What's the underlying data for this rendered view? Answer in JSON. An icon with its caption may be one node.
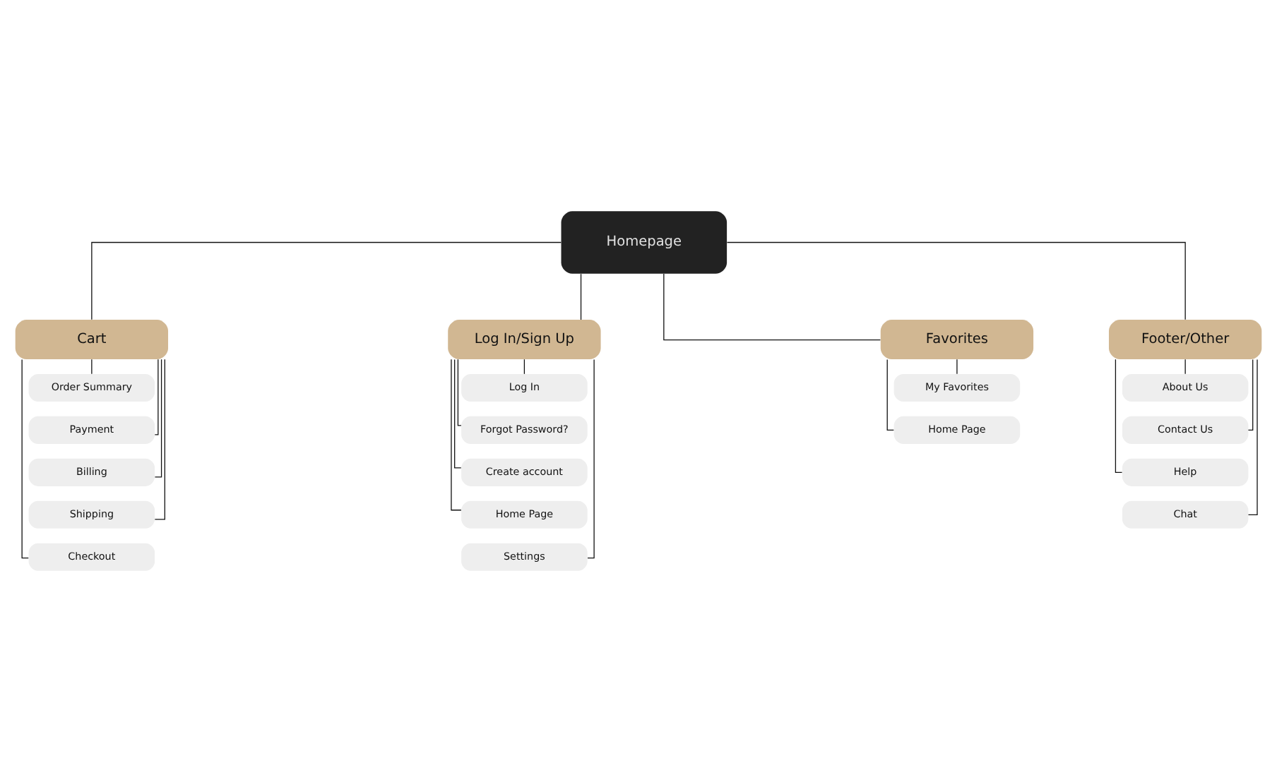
{
  "diagram": {
    "nodes": [
      {
        "text": [
          "Homepage"
        ]
      },
      {
        "text": [
          "Cart"
        ]
      },
      {
        "text": [
          "Log In/Sign Up"
        ]
      },
      {
        "text": [
          "Favorites"
        ]
      },
      {
        "text": [
          "Footer/Other"
        ]
      },
      {
        "text": [
          "Order Summary"
        ]
      },
      {
        "text": [
          "Payment"
        ]
      },
      {
        "text": [
          "Billing"
        ]
      },
      {
        "text": [
          "Shipping"
        ]
      },
      {
        "text": [
          "Checkout"
        ]
      },
      {
        "text": [
          "Log In"
        ]
      },
      {
        "text": [
          "Forgot Password?"
        ]
      },
      {
        "text": [
          "Create account"
        ]
      },
      {
        "text": [
          "Home Page"
        ]
      },
      {
        "text": [
          "Settings"
        ]
      },
      {
        "text": [
          "My Favorites"
        ]
      },
      {
        "text": [
          "Home Page"
        ]
      },
      {
        "text": [
          "About Us"
        ]
      },
      {
        "text": [
          "Contact Us"
        ]
      },
      {
        "text": [
          "Help"
        ]
      },
      {
        "text": [
          "Chat"
        ]
      }
    ],
    "edges": [
      {
        "from": 0,
        "to": 1,
        "arrow": "none"
      },
      {
        "from": 0,
        "to": 2,
        "arrow": "none"
      },
      {
        "from": 0,
        "to": 3,
        "arrow": "none"
      },
      {
        "from": 0,
        "to": 4,
        "arrow": "none"
      },
      {
        "from": 1,
        "to": 5,
        "arrow": "none"
      },
      {
        "from": 1,
        "to": 6,
        "arrow": "none"
      },
      {
        "from": 1,
        "to": 7,
        "arrow": "none"
      },
      {
        "from": 1,
        "to": 8,
        "arrow": "none"
      },
      {
        "from": 1,
        "to": 9,
        "arrow": "none"
      },
      {
        "from": 2,
        "to": 10,
        "arrow": "none"
      },
      {
        "from": 2,
        "to": 11,
        "arrow": "none"
      },
      {
        "from": 2,
        "to": 12,
        "arrow": "none"
      },
      {
        "from": 2,
        "to": 13,
        "arrow": "none"
      },
      {
        "from": 2,
        "to": 14,
        "arrow": "none"
      },
      {
        "from": 3,
        "to": 15,
        "arrow": "none"
      },
      {
        "from": 3,
        "to": 16,
        "arrow": "none"
      },
      {
        "from": 4,
        "to": 17,
        "arrow": "none"
      },
      {
        "from": 4,
        "to": 18,
        "arrow": "none"
      },
      {
        "from": 4,
        "to": 19,
        "arrow": "none"
      },
      {
        "from": 4,
        "to": 20,
        "arrow": "none"
      }
    ]
  }
}
